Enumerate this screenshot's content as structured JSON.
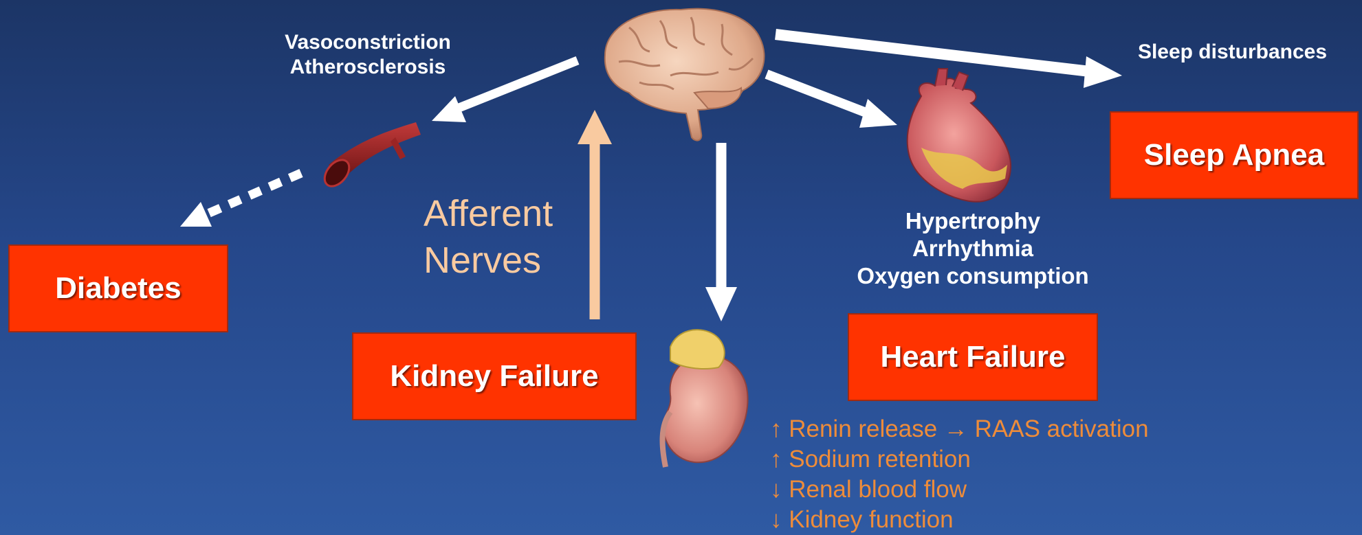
{
  "labels": {
    "vasoconstriction": "Vasoconstriction",
    "atherosclerosis": "Atherosclerosis",
    "sleep_disturbances": "Sleep disturbances",
    "afferent": "Afferent",
    "nerves": "Nerves",
    "hypertrophy": "Hypertrophy",
    "arrhythmia": "Arrhythmia",
    "oxygen_consumption": "Oxygen consumption"
  },
  "boxes": {
    "diabetes": "Diabetes",
    "kidney_failure": "Kidney Failure",
    "heart_failure": "Heart Failure",
    "sleep_apnea": "Sleep Apnea"
  },
  "kidney_effects": [
    "↑ Renin release → RAAS activation",
    "↑ Sodium retention",
    "↓ Renal blood flow",
    "↓ Kidney function"
  ],
  "colors": {
    "box_fill": "#ff3300",
    "afferent_arrow": "#f9caa0",
    "kidney_text": "#ee8c3a"
  }
}
